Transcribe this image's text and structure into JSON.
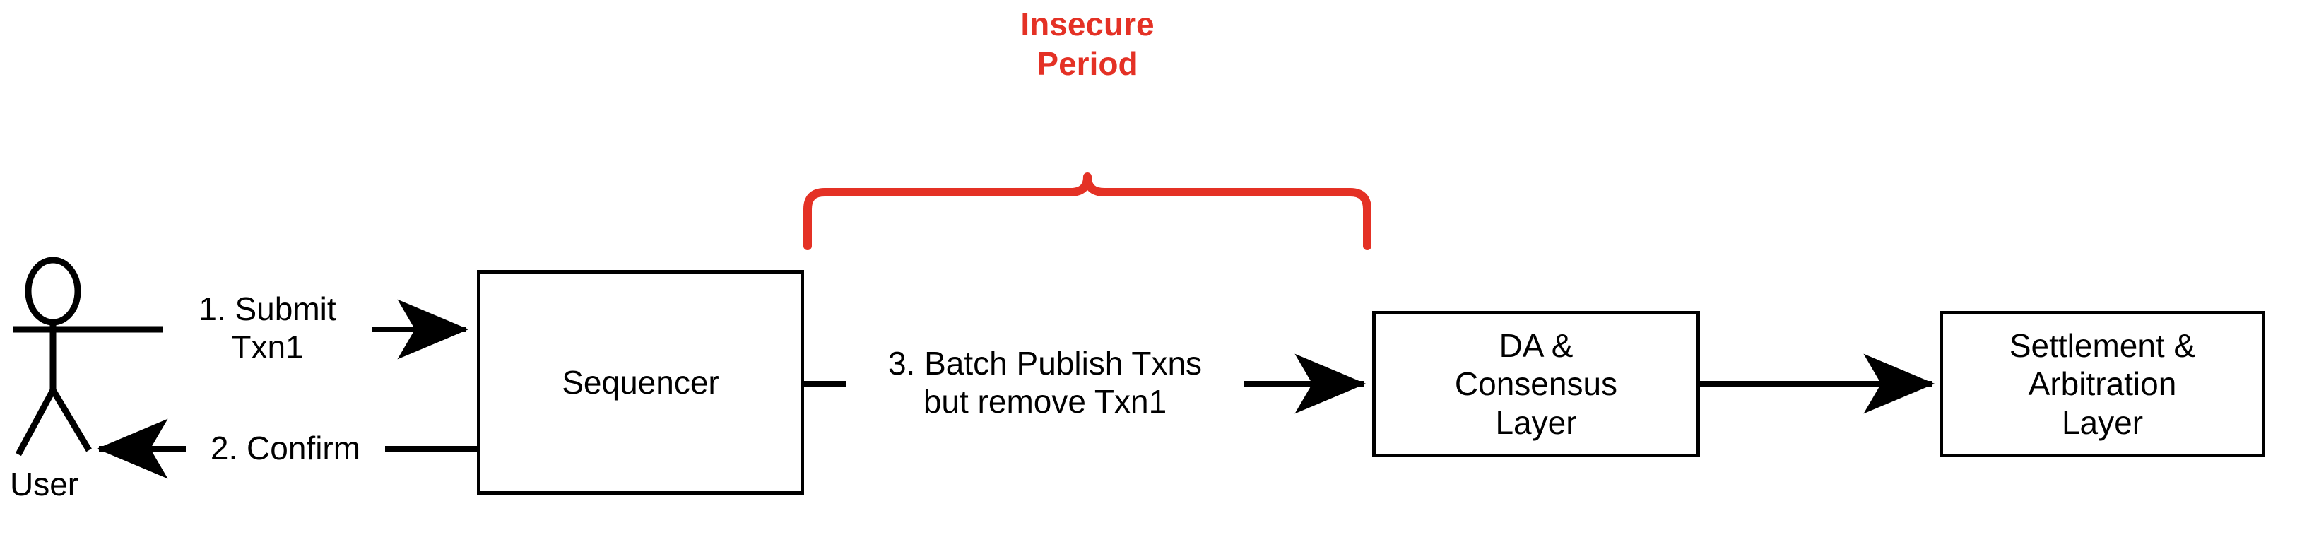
{
  "diagram": {
    "title_annotation": {
      "line1": "Insecure",
      "line2": "Period",
      "color": "#E43125"
    },
    "actor": {
      "name": "User",
      "icon": "stick-figure-icon"
    },
    "nodes": [
      {
        "id": "sequencer",
        "lines": [
          "Sequencer"
        ]
      },
      {
        "id": "da-consensus-layer",
        "lines": [
          "DA &",
          "Consensus",
          "Layer"
        ]
      },
      {
        "id": "settlement-arbitration-layer",
        "lines": [
          "Settlement &",
          "Arbitration",
          "Layer"
        ]
      }
    ],
    "edges": [
      {
        "id": "submit",
        "lines": [
          "1. Submit",
          "Txn1"
        ],
        "direction": "right"
      },
      {
        "id": "confirm",
        "lines": [
          "2. Confirm"
        ],
        "direction": "left"
      },
      {
        "id": "batch-publish",
        "lines": [
          "3. Batch Publish Txns",
          "but remove Txn1"
        ],
        "direction": "right"
      },
      {
        "id": "da-to-settlement",
        "lines": [],
        "direction": "right"
      }
    ],
    "colors": {
      "stroke": "#000000",
      "background": "#ffffff",
      "annotation": "#E43125"
    }
  }
}
